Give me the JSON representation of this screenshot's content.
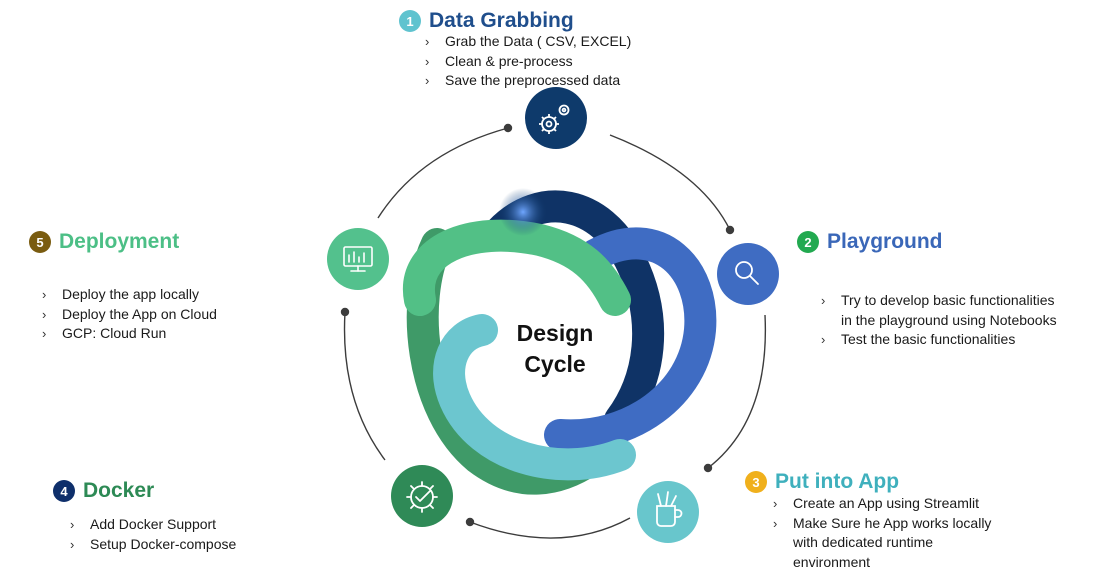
{
  "center": {
    "line1": "Design",
    "line2": "Cycle"
  },
  "stages": [
    {
      "number": "1",
      "title": "Data Grabbing",
      "badge_color": "#5fc3cf",
      "title_color": "#1f4e8c",
      "icon": "gears-icon",
      "icon_color": "#0e3a6b",
      "bullets": [
        "Grab the Data ( CSV, EXCEL)",
        "Clean & pre-process",
        "Save the preprocessed data"
      ]
    },
    {
      "number": "2",
      "title": "Playground",
      "badge_color": "#22a950",
      "title_color": "#3a67b8",
      "icon": "magnifier-icon",
      "icon_color": "#3f6cc2",
      "bullets": [
        "Try to develop basic functionalities",
        "in the playground using Notebooks",
        "Test the basic functionalities"
      ]
    },
    {
      "number": "3",
      "title": "Put into App",
      "badge_color": "#f0b01c",
      "title_color": "#3fb0bd",
      "icon": "tools-cup-icon",
      "icon_color": "#68c6cc",
      "bullets": [
        "Create an App using Streamlit",
        "Make Sure he App works locally",
        "with dedicated runtime",
        "environment"
      ]
    },
    {
      "number": "4",
      "title": "Docker",
      "badge_color": "#0e2f6b",
      "title_color": "#2d8a55",
      "icon": "gear-check-icon",
      "icon_color": "#2f8a57",
      "bullets": [
        "Add Docker Support",
        "Setup Docker-compose"
      ]
    },
    {
      "number": "5",
      "title": "Deployment",
      "badge_color": "#7a5c10",
      "title_color": "#4cbf86",
      "icon": "monitor-chart-icon",
      "icon_color": "#53c18d",
      "bullets": [
        "Deploy the app locally",
        "Deploy the App on Cloud",
        "GCP: Cloud Run"
      ]
    }
  ]
}
